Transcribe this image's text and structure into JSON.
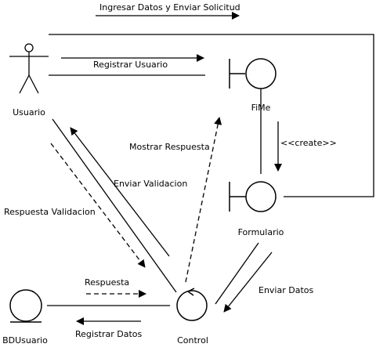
{
  "diagram": {
    "actors": {
      "usuario": "Usuario",
      "fime": "FiMe",
      "formulario": "Formulario",
      "bdusuario": "BDUsuario",
      "control": "Control"
    },
    "messages": {
      "ingresar": "Ingresar Datos y Enviar Solicitud",
      "registrar_usuario": "Registrar Usuario",
      "create": "<<create>>",
      "mostrar_respuesta": "Mostrar Respuesta",
      "enviar_validacion": "Enviar Validacion",
      "respuesta_validacion": "Respuesta Validacion",
      "enviar_datos": "Enviar Datos",
      "respuesta": "Respuesta",
      "registrar_datos": "Registrar Datos"
    },
    "colors": {
      "stroke": "#000000",
      "background": "#ffffff"
    }
  }
}
